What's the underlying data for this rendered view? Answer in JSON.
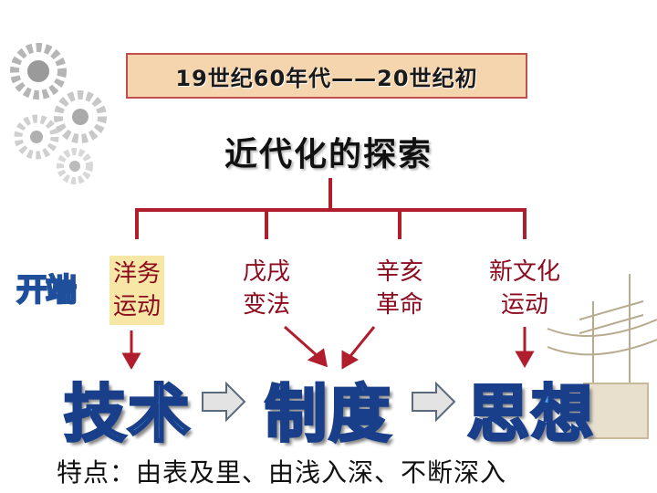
{
  "era": "19世纪60年代——20世纪初",
  "title": "近代化的探索",
  "start_label": "开端",
  "branches": [
    {
      "line1": "洋务",
      "line2": "运动"
    },
    {
      "line1": "戊戌",
      "line2": "变法"
    },
    {
      "line1": "辛亥",
      "line2": "革命"
    },
    {
      "line1": "新文化",
      "line2": "运动"
    }
  ],
  "stages": [
    "技术",
    "制度",
    "思想"
  ],
  "feature": "特点：由表及里、由浅入深、不断深入",
  "colors": {
    "connector": "#b01e2e",
    "branch_text": "#8b0a1e",
    "stage_fill": "#4aa0e6",
    "stage_stroke": "#1a3f8a",
    "era_bg": "#f5d5ae",
    "highlight": "#f6e7a6"
  }
}
